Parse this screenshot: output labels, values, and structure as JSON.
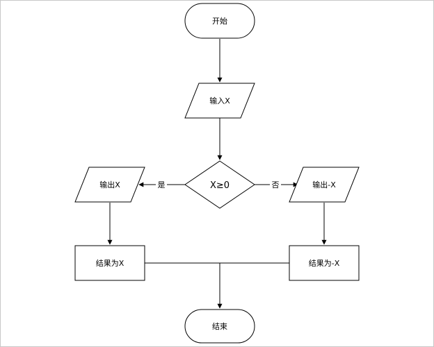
{
  "diagram": {
    "nodes": {
      "start": "开始",
      "input": "输入X",
      "condition": "X≥0",
      "output_pos": "输出X",
      "output_neg": "输出-X",
      "result_pos": "结果为X",
      "result_neg": "结果为-X",
      "end": "结束"
    },
    "edges": {
      "yes_label": "是",
      "no_label": "否"
    }
  }
}
